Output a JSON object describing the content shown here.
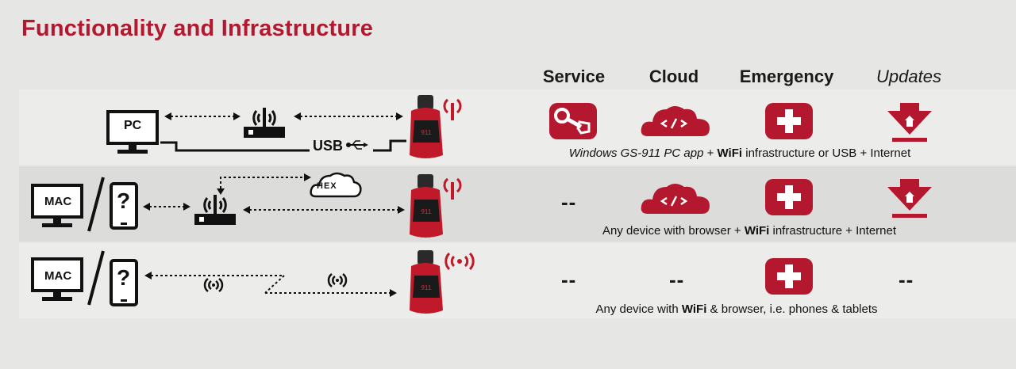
{
  "title": "Functionality and Infrastructure",
  "columns": {
    "service": "Service",
    "cloud": "Cloud",
    "emergency": "Emergency",
    "updates": "Updates"
  },
  "rows": [
    {
      "devices": [
        "PC"
      ],
      "usb_label": "USB",
      "caption_italic": "Windows GS-911 PC app",
      "caption_plus1": " + ",
      "caption_bold": "WiFi",
      "caption_rest": " infrastructure or USB + Internet",
      "service": "icon",
      "cloud": "icon",
      "emergency": "icon",
      "updates": "icon"
    },
    {
      "devices": [
        "MAC",
        "?"
      ],
      "cloud_logo": "HEX",
      "caption_pre": "Any device with browser + ",
      "caption_bold": "WiFi",
      "caption_rest": " infrastructure + Internet",
      "service": "--"
    },
    {
      "devices": [
        "MAC",
        "?"
      ],
      "caption_pre": "Any device with ",
      "caption_bold": "WiFi",
      "caption_rest": " & browser, i.e. phones & tablets",
      "service": "--",
      "cloud": "--",
      "updates": "--"
    }
  ],
  "colors": {
    "brand_red": "#b3182f",
    "dark": "#1a1a1a"
  }
}
